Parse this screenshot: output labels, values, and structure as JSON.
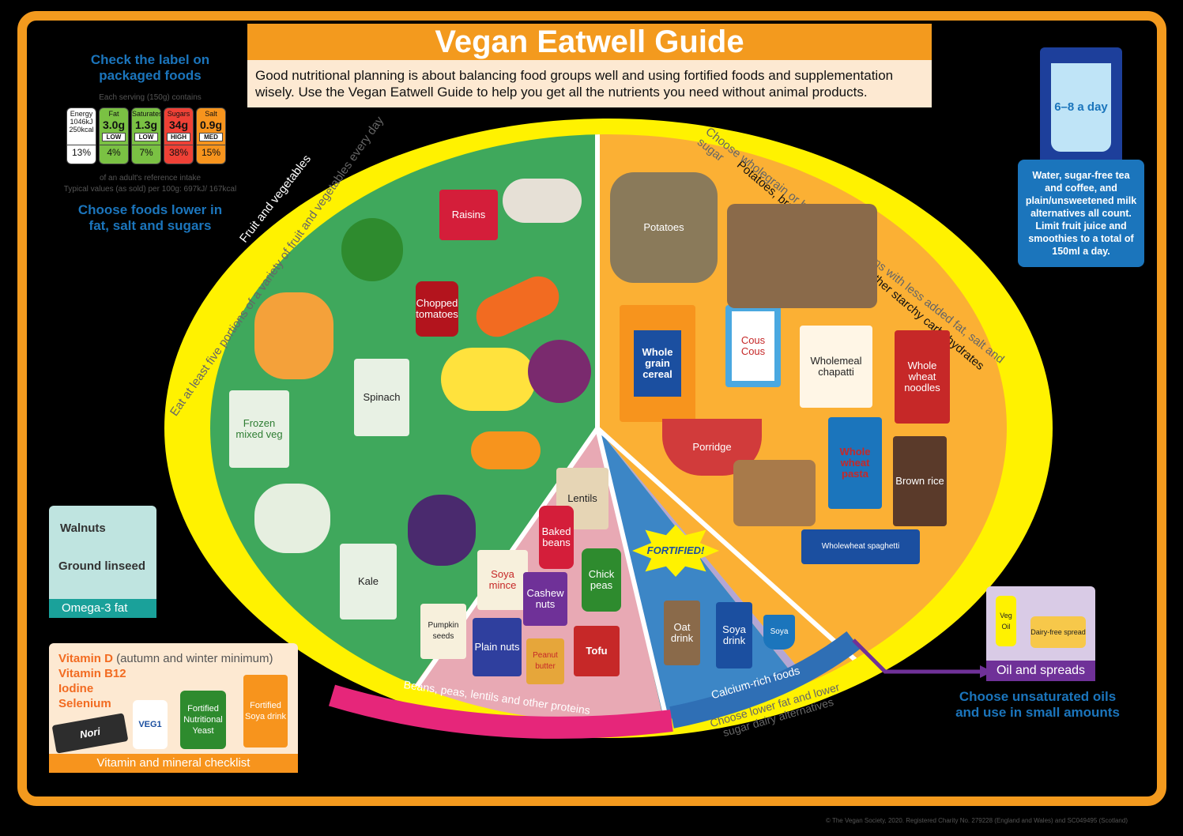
{
  "title": "Vegan Eatwell Guide",
  "intro": "Good nutritional planning is about balancing food groups well and using fortified foods and supplementation wisely. Use the Vegan Eatwell Guide to help you get all the nutrients you need without animal products.",
  "label_panel": {
    "heading": "Check the label on packaged foods",
    "serving": "Each serving (150g) contains",
    "energy": {
      "name": "Energy",
      "kj": "1046kJ",
      "kcal": "250kcal",
      "pct": "13%"
    },
    "nutrients": [
      {
        "name": "Fat",
        "value": "3.0g",
        "level": "LOW",
        "pct": "4%",
        "color": "#7ac143"
      },
      {
        "name": "Saturates",
        "value": "1.3g",
        "level": "LOW",
        "pct": "7%",
        "color": "#7ac143"
      },
      {
        "name": "Sugars",
        "value": "34g",
        "level": "HIGH",
        "pct": "38%",
        "color": "#ef4136"
      },
      {
        "name": "Salt",
        "value": "0.9g",
        "level": "MED",
        "pct": "15%",
        "color": "#f7941d"
      }
    ],
    "ri_note": "of an adult's reference intake",
    "typical": "Typical values (as sold) per 100g: 697kJ/ 167kcal",
    "footer": "Choose foods lower in fat, salt and sugars"
  },
  "omega": {
    "items": [
      "Walnuts",
      "Ground linseed"
    ],
    "footer": "Omega-3 fat"
  },
  "vitamins": {
    "lines": [
      {
        "name": "Vitamin D",
        "note": "(autumn and winter minimum)"
      },
      {
        "name": "Vitamin B12",
        "note": ""
      },
      {
        "name": "Iodine",
        "note": ""
      },
      {
        "name": "Selenium",
        "note": ""
      }
    ],
    "products": [
      "Nori",
      "VEG1",
      "Fortified Nutritional Yeast",
      "Fortified Soya drink"
    ],
    "footer": "Vitamin and mineral checklist"
  },
  "hydration": {
    "glass": "6–8 a day",
    "text": "Water, sugar-free tea and coffee, and plain/unsweetened milk alternatives all count. Limit fruit juice and smoothies to a total of 150ml a day."
  },
  "oils": {
    "items": [
      "Veg Oil",
      "Dairy-free spread"
    ],
    "footer": "Oil and spreads",
    "note": "Choose unsaturated oils and use in small amounts"
  },
  "plate": {
    "fruit_veg": {
      "label": "Fruit and vegetables",
      "outer": "Eat at least five portions of a variety of fruit and vegetables every day",
      "foods": [
        "Raisins",
        "Chopped tomatoes",
        "Spinach",
        "Frozen mixed veg",
        "Kale"
      ],
      "color": "#4cb26b"
    },
    "starchy": {
      "label": "Potatoes, bread, rice, pasta and other starchy carbohydrates",
      "outer": "Choose wholegrain or higher fibre versions with less added fat, salt and sugar",
      "foods": [
        "Potatoes",
        "Whole grain cereal",
        "Cous Cous",
        "Wholemeal chapatti",
        "Whole wheat noodles",
        "Porridge",
        "Whole wheat pasta",
        "Brown rice",
        "Wholewheat spaghetti"
      ],
      "color": "#fbb034"
    },
    "proteins": {
      "label": "Beans, peas, lentils and other proteins",
      "foods": [
        "Lentils",
        "Baked beans",
        "Soya mince",
        "Chick peas",
        "Cashew nuts",
        "Pumpkin seeds",
        "Plain nuts",
        "Peanut butter",
        "Tofu"
      ],
      "color": "#e8a9b4"
    },
    "calcium": {
      "label": "Calcium-rich foods",
      "outer": "Choose lower fat and lower sugar dairy alternatives",
      "badge": "FORTIFIED!",
      "foods": [
        "Oat drink",
        "Soya drink",
        "Soya"
      ],
      "color": "#3c86c6"
    }
  },
  "copyright": "© The Vegan Society, 2020. Registered Charity No. 279228 (England and Wales) and SC049495 (Scotland)"
}
